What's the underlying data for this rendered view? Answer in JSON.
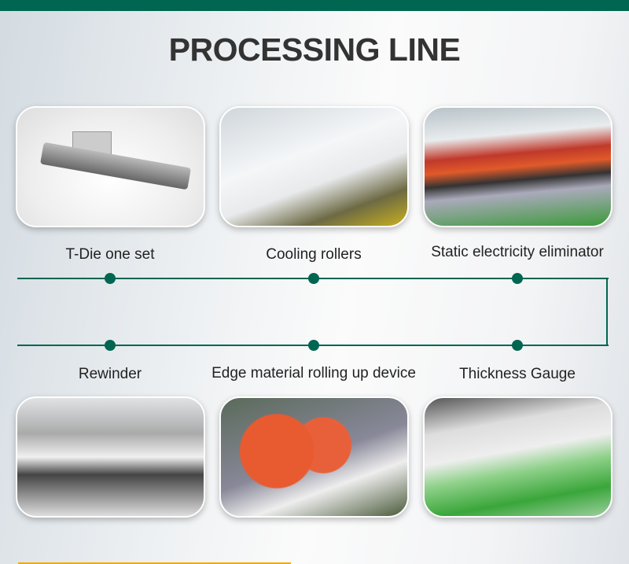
{
  "title": "PROCESSING LINE",
  "colors": {
    "accent": "#006651",
    "highlight": "#f5a800"
  },
  "steps": [
    {
      "label": "T-Die one set"
    },
    {
      "label": "Cooling rollers"
    },
    {
      "label": "Static electricity eliminator"
    },
    {
      "label": "Thickness Gauge"
    },
    {
      "label": "Edge material rolling up device"
    },
    {
      "label": "Rewinder"
    }
  ]
}
